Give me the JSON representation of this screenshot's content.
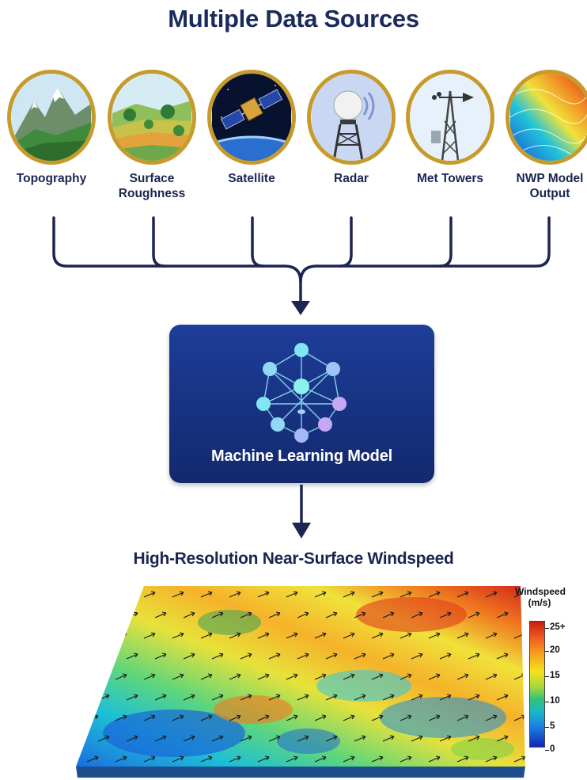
{
  "title": "Multiple Data Sources",
  "sources": [
    {
      "label": "Topography",
      "icon": "mountain-icon"
    },
    {
      "label": "Surface Roughness",
      "icon": "landscape-icon"
    },
    {
      "label": "Satellite",
      "icon": "satellite-icon"
    },
    {
      "label": "Radar",
      "icon": "radar-icon"
    },
    {
      "label": "Met Towers",
      "icon": "met-tower-icon"
    },
    {
      "label": "NWP Model Output",
      "icon": "weather-map-icon"
    }
  ],
  "model": {
    "label": "Machine Learning Model",
    "icon": "neural-network-icon"
  },
  "output": {
    "title": "High-Resolution Near-Surface Windspeed"
  },
  "legend": {
    "title": "Windspeed (m/s)",
    "ticks": [
      "25+",
      "20",
      "15",
      "10",
      "5",
      "0"
    ]
  },
  "colors": {
    "title": "#1b2a5c",
    "box": "#1a348a",
    "connector": "#1b2550",
    "circle_border": "#c79a2c"
  }
}
